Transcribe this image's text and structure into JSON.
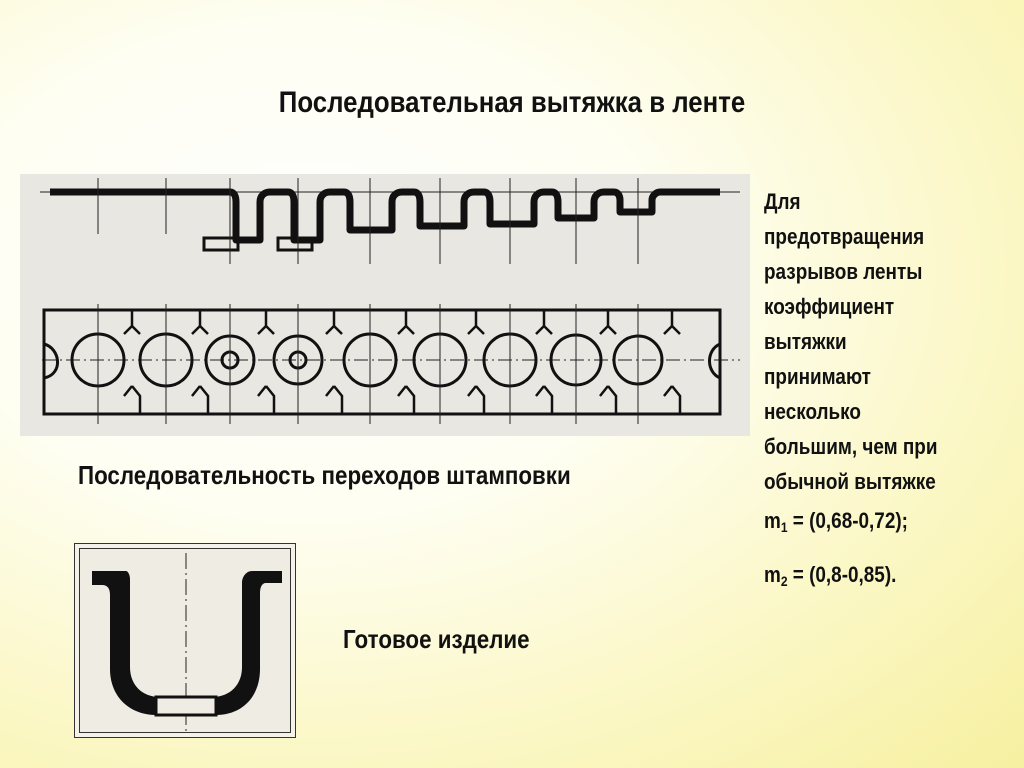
{
  "slide": {
    "title": "Последовательная вытяжка в ленте",
    "sequence_caption": "Последовательность переходов штамповки",
    "product_caption": "Готовое изделие",
    "note_lines": [
      "Для",
      "предотвращения",
      "разрывов ленты",
      "коэффициент",
      "вытяжки",
      "принимают",
      "несколько",
      "большим, чем при",
      "обычной вытяжке"
    ],
    "coefficients": [
      {
        "sym": "m",
        "sub": "1",
        "text": " = (0,68-0,72);"
      },
      {
        "sym": "m",
        "sub": "2",
        "text": " = (0,8-0,85)."
      }
    ]
  }
}
